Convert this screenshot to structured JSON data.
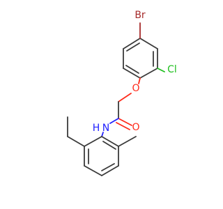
{
  "atoms": {
    "br": {
      "label": "Br",
      "color": "#a52a2a"
    },
    "cl": {
      "label": "Cl",
      "color": "#1fbf1f"
    },
    "o_ether": {
      "label": "O",
      "color": "#ff2a1a"
    },
    "o_carbonyl": {
      "label": "O",
      "color": "#ff2a1a"
    },
    "n_amide": {
      "label": "N",
      "color": "#2020ff"
    },
    "h_amide": {
      "label": "H",
      "color": "#2020ff"
    }
  }
}
